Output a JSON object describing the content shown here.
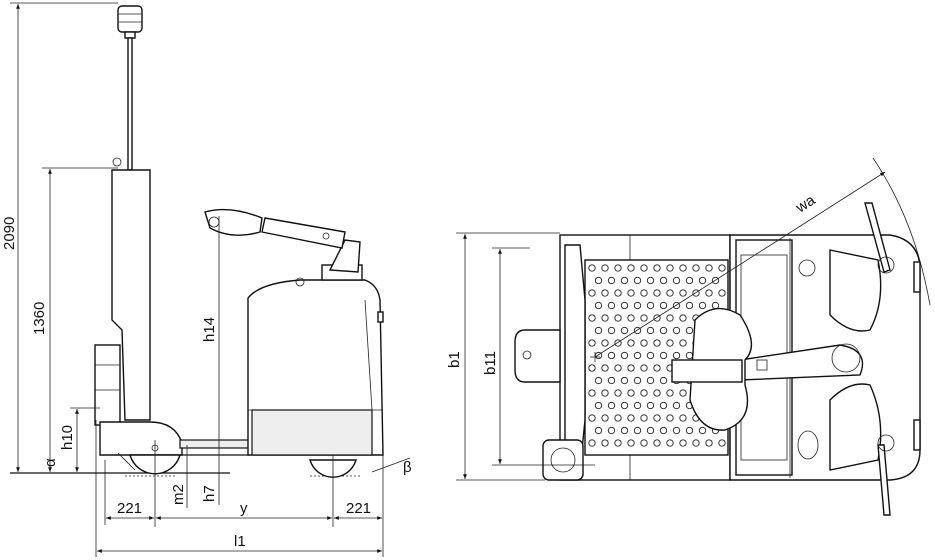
{
  "side_view": {
    "dims": {
      "overall_height": "2090",
      "platform_height": "1360",
      "h14": "h14",
      "h10": "h10",
      "h7": "h7",
      "m2": "m2",
      "front_overhang": "221",
      "wheelbase": "y",
      "rear_overhang": "221",
      "length": "l1",
      "alpha": "α",
      "beta": "β"
    }
  },
  "top_view": {
    "dims": {
      "turning_radius": "wa",
      "width": "b1",
      "inner_width": "b11"
    }
  }
}
